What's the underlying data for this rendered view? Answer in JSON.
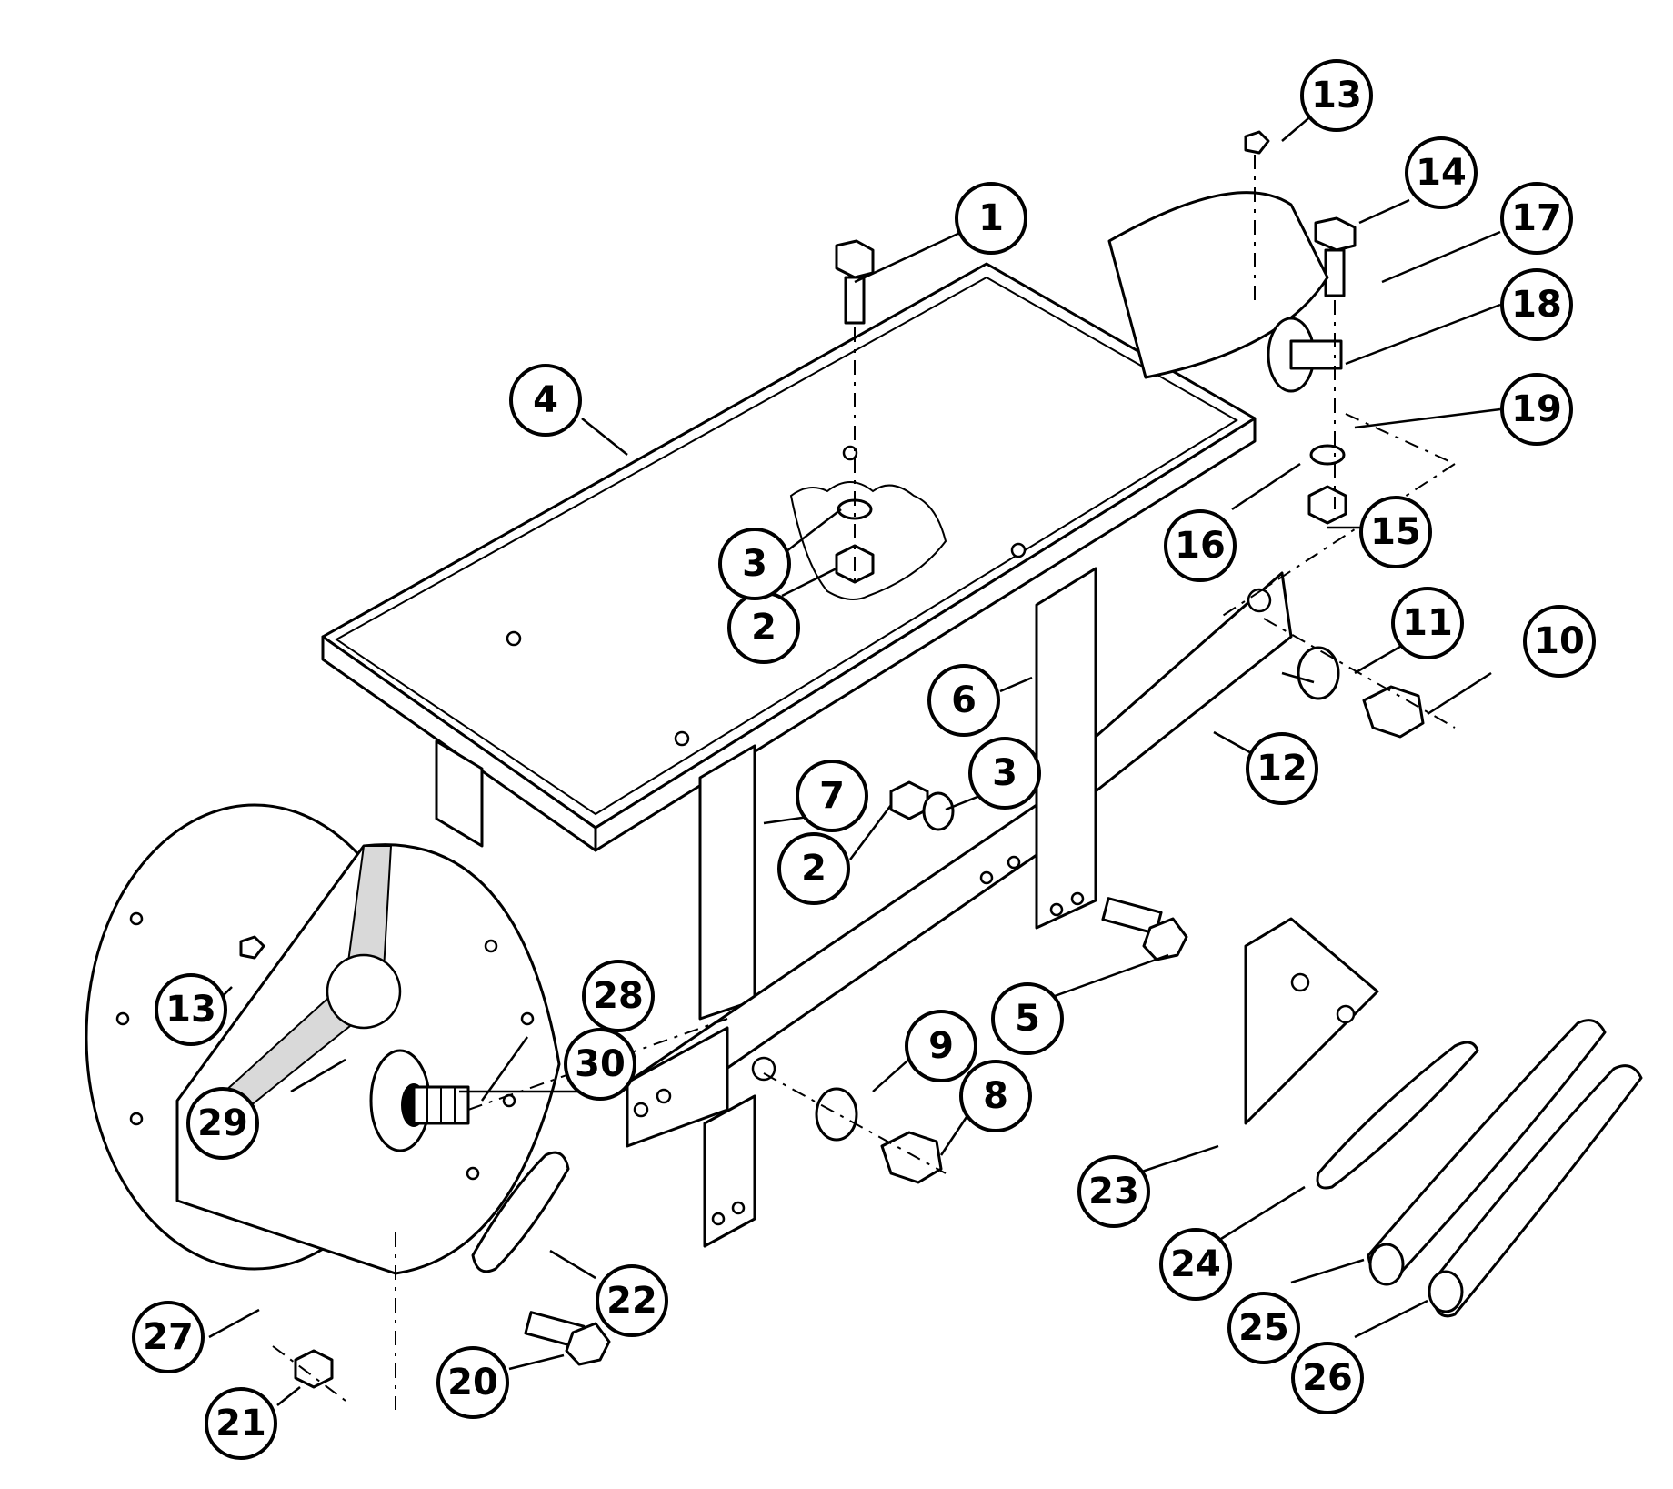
{
  "callouts": [
    {
      "id": "c1",
      "label": "1"
    },
    {
      "id": "c2a",
      "label": "2"
    },
    {
      "id": "c2b",
      "label": "2"
    },
    {
      "id": "c3a",
      "label": "3"
    },
    {
      "id": "c3b",
      "label": "3"
    },
    {
      "id": "c4",
      "label": "4"
    },
    {
      "id": "c5",
      "label": "5"
    },
    {
      "id": "c6",
      "label": "6"
    },
    {
      "id": "c7",
      "label": "7"
    },
    {
      "id": "c8",
      "label": "8"
    },
    {
      "id": "c9",
      "label": "9"
    },
    {
      "id": "c10",
      "label": "10"
    },
    {
      "id": "c11",
      "label": "11"
    },
    {
      "id": "c12",
      "label": "12"
    },
    {
      "id": "c13a",
      "label": "13"
    },
    {
      "id": "c13b",
      "label": "13"
    },
    {
      "id": "c14",
      "label": "14"
    },
    {
      "id": "c15",
      "label": "15"
    },
    {
      "id": "c16",
      "label": "16"
    },
    {
      "id": "c17",
      "label": "17"
    },
    {
      "id": "c18",
      "label": "18"
    },
    {
      "id": "c19",
      "label": "19"
    },
    {
      "id": "c20",
      "label": "20"
    },
    {
      "id": "c21",
      "label": "21"
    },
    {
      "id": "c22",
      "label": "22"
    },
    {
      "id": "c23",
      "label": "23"
    },
    {
      "id": "c24",
      "label": "24"
    },
    {
      "id": "c25",
      "label": "25"
    },
    {
      "id": "c26",
      "label": "26"
    },
    {
      "id": "c27",
      "label": "27"
    },
    {
      "id": "c28",
      "label": "28"
    },
    {
      "id": "c29",
      "label": "29"
    },
    {
      "id": "c30",
      "label": "30"
    }
  ]
}
